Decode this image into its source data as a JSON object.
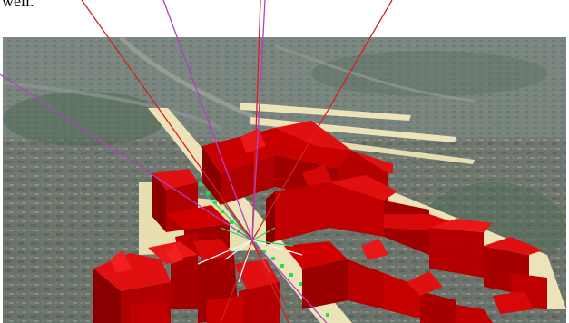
{
  "caption": {
    "fragment": "well."
  },
  "colors": {
    "building": "#c80000",
    "building_shade": "#8a0000",
    "building_light": "#e01010",
    "street_surface": "#ece3b8",
    "terrain_base": "#6e7a72",
    "ray_red": "#d42020",
    "ray_magenta": "#b040c8",
    "ray_green": "#30d060",
    "marker_green": "#20e050"
  },
  "scene": {
    "ray_colors": [
      "red",
      "magenta",
      "green",
      "white"
    ]
  }
}
